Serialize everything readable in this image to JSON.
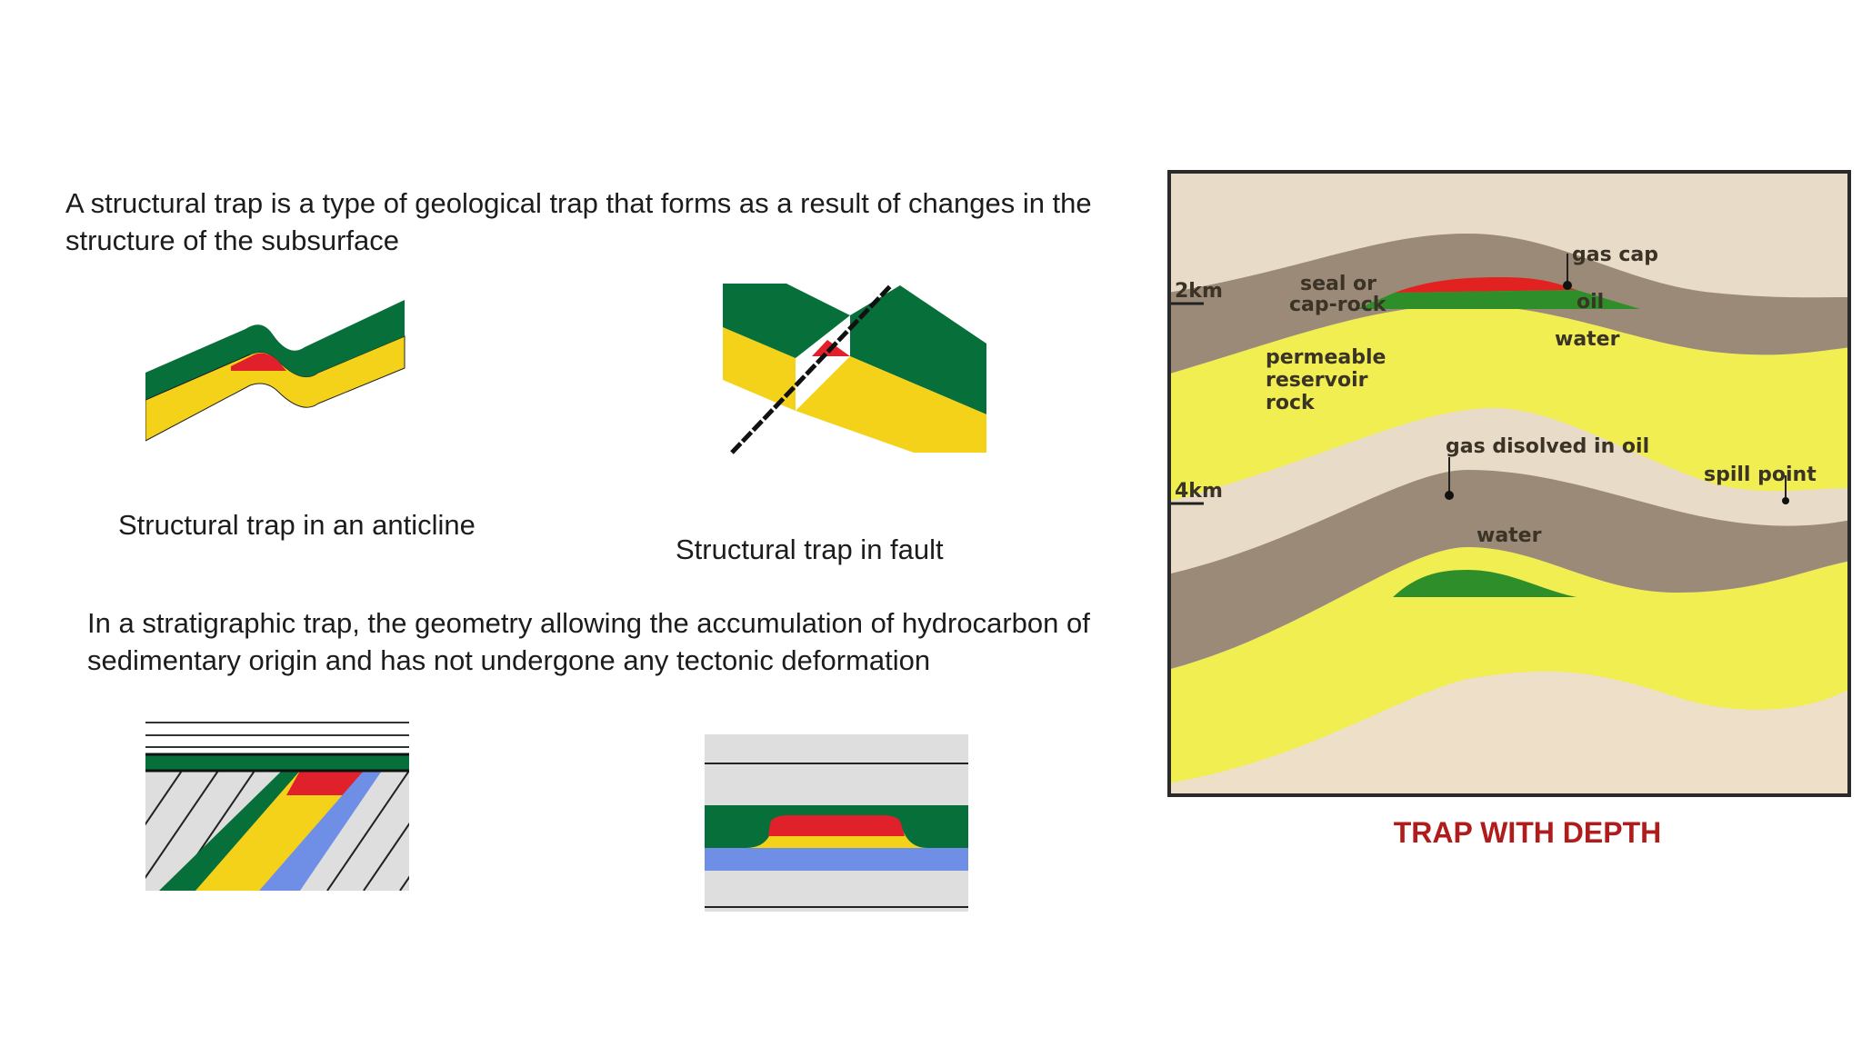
{
  "structural_text": "A structural trap is a type of geological trap that forms as a result of changes in the structure of the subsurface",
  "captions": {
    "anticline": "Structural trap in an anticline",
    "fault": "Structural trap in fault"
  },
  "stratigraphic_text": "In a stratigraphic trap, the geometry allowing the accumulation of hydrocarbon of sedimentary origin and has not undergone any tectonic deformation",
  "depth_diagram": {
    "title": "TRAP WITH DEPTH",
    "labels": {
      "depth_2km": "2km",
      "depth_4km": "4km",
      "gas_cap": "gas cap",
      "seal_line1": "seal or",
      "seal_line2": "cap-rock",
      "oil": "oil",
      "water_upper": "water",
      "permeable": "permeable",
      "reservoir": "reservoir",
      "rock": "rock",
      "gas_dissolved": "gas disolved in oil",
      "spill_point": "spill point",
      "water_lower": "water"
    }
  },
  "colors": {
    "seal_green": "#076f3a",
    "reservoir_yellow": "#f5d21a",
    "hydrocarbon_red": "#e0202a",
    "aquifer_blue": "#6f8fe6",
    "rock_grey": "#dedede",
    "shale_brown": "#9c8a78",
    "sand_yellow": "#f1ee52",
    "background_tan": "#e8dcc9",
    "title_red": "#b01c1c"
  }
}
